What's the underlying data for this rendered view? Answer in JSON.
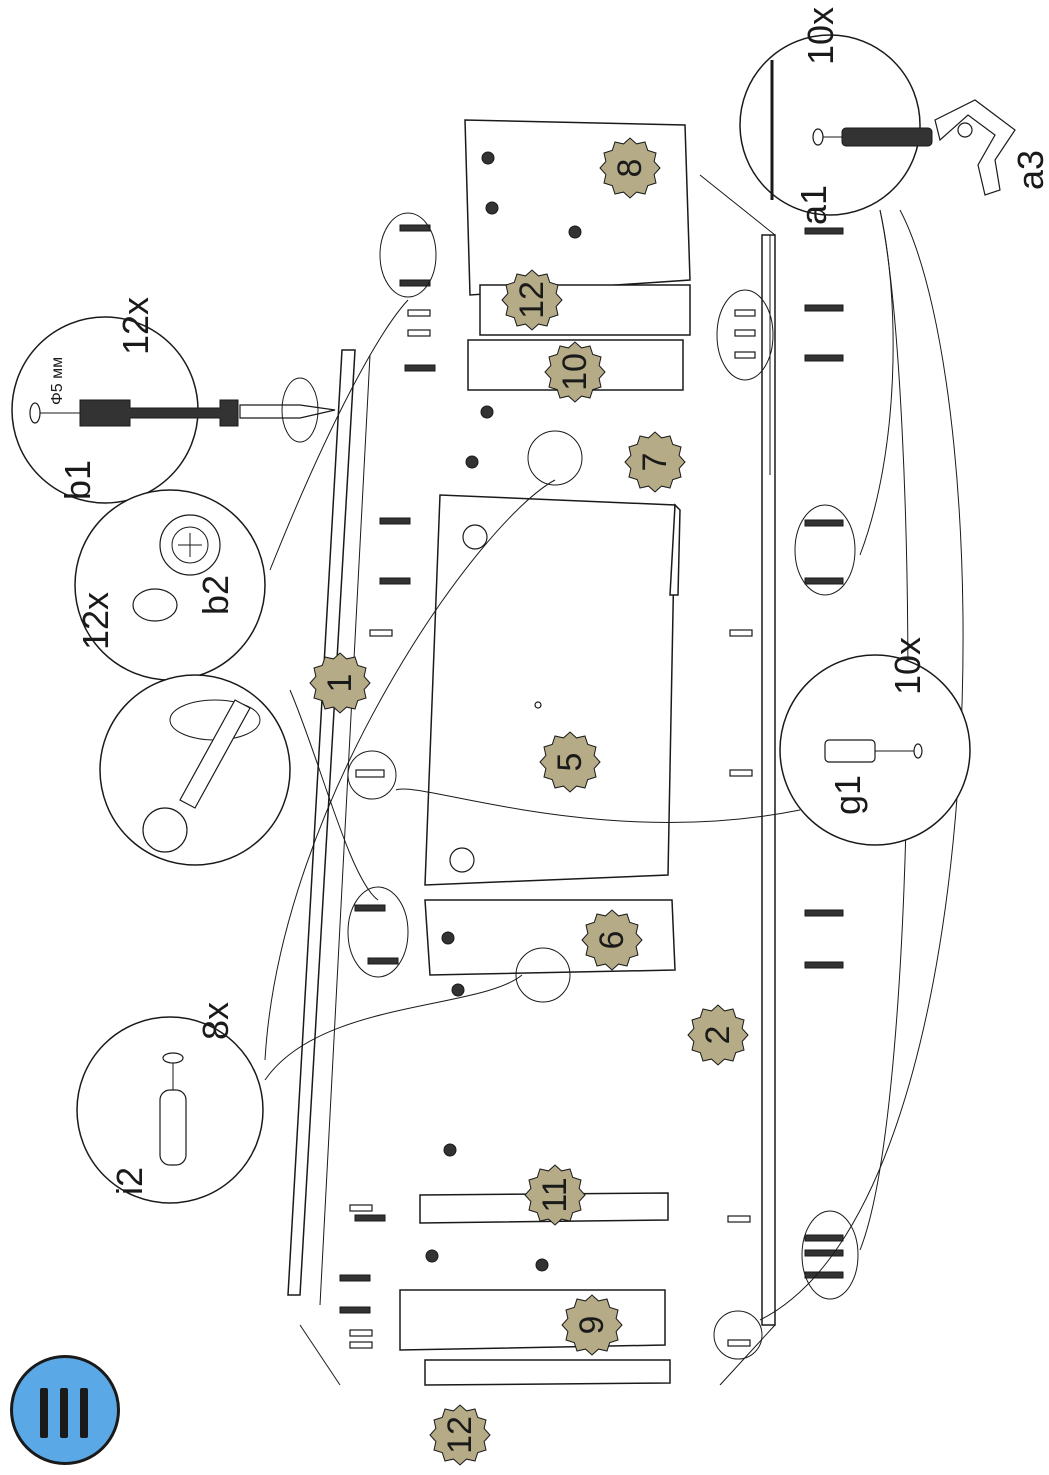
{
  "colors": {
    "badge": "#b5ab87",
    "menu": "#5aa9e6",
    "line": "#1a1a1a"
  },
  "menu": {
    "icon": "hamburger-menu-icon"
  },
  "parts": [
    {
      "id": "p1",
      "label": "1"
    },
    {
      "id": "p2",
      "label": "2"
    },
    {
      "id": "p5",
      "label": "5"
    },
    {
      "id": "p6",
      "label": "6"
    },
    {
      "id": "p7",
      "label": "7"
    },
    {
      "id": "p8",
      "label": "8"
    },
    {
      "id": "p9",
      "label": "9"
    },
    {
      "id": "p10",
      "label": "10"
    },
    {
      "id": "p11",
      "label": "11"
    },
    {
      "id": "p12a",
      "label": "12"
    },
    {
      "id": "p12b",
      "label": "12"
    }
  ],
  "hardware": {
    "a1": {
      "code": "a1",
      "code2": "a3",
      "qty": "10x"
    },
    "b1": {
      "code": "b1",
      "qty": "12x",
      "spec": "Φ5 мм"
    },
    "b2": {
      "code": "b2",
      "qty": "12x"
    },
    "g1": {
      "code": "g1",
      "qty": "10x"
    },
    "i2": {
      "code": "i2",
      "qty": "8x"
    }
  }
}
